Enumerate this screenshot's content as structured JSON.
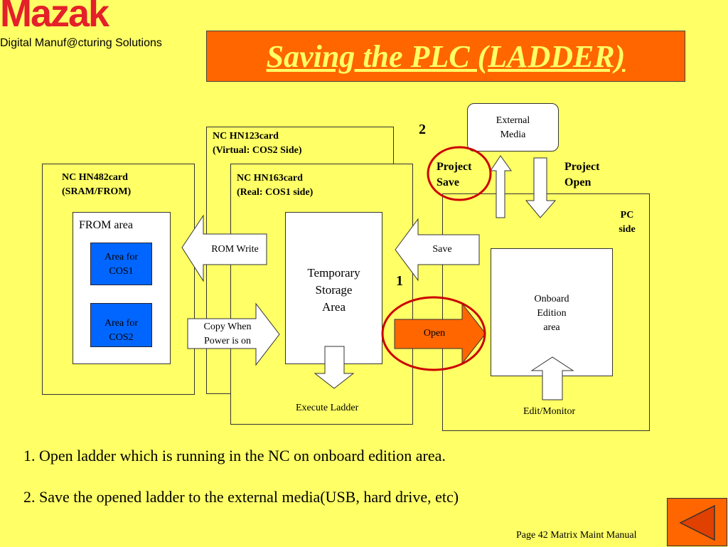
{
  "header": {
    "logo": "Mazak",
    "tagline": "Digital Manuf@cturing Solutions",
    "title": "Saving the PLC (LADDER)"
  },
  "diagram": {
    "hn482": {
      "line1": "NC HN482card",
      "line2": "(SRAM/FROM)"
    },
    "from_area": "FROM area",
    "area_cos1": {
      "line1": "Area for",
      "line2": "COS1"
    },
    "area_cos2": {
      "line1": "Area for",
      "line2": "COS2"
    },
    "hn123": {
      "line1": "NC HN123card",
      "line2": "(Virtual: COS2 Side)"
    },
    "hn163": {
      "line1": "NC HN163card",
      "line2": "(Real: COS1 side)"
    },
    "temp_storage": {
      "line1": "Temporary",
      "line2": "Storage",
      "line3": "Area"
    },
    "execute_ladder": "Execute Ladder",
    "rom_write": "ROM Write",
    "copy_when": {
      "line1": "Copy When",
      "line2": "Power is on"
    },
    "save": "Save",
    "open": "Open",
    "step1": "1",
    "step2": "2",
    "external_media": {
      "line1": "External",
      "line2": "Media"
    },
    "project_save": {
      "line1": "Project",
      "line2": "Save"
    },
    "project_open": {
      "line1": "Project",
      "line2": "Open"
    },
    "pc_side": {
      "line1": "PC",
      "line2": "side"
    },
    "onboard": {
      "line1": "Onboard",
      "line2": "Edition",
      "line3": "area"
    },
    "edit_monitor": "Edit/Monitor"
  },
  "steps": [
    "1. Open ladder which is running in the NC on onboard edition area.",
    "2. Save the opened ladder to the external media(USB, hard drive, etc)"
  ],
  "footer": {
    "page": "Page 42 Matrix Maint Manual"
  },
  "colors": {
    "background": "#FFFF66",
    "title_bg": "#FF6600",
    "title_text": "#FFFF66",
    "blue": "#0066FF",
    "highlight": "#CC0000"
  }
}
